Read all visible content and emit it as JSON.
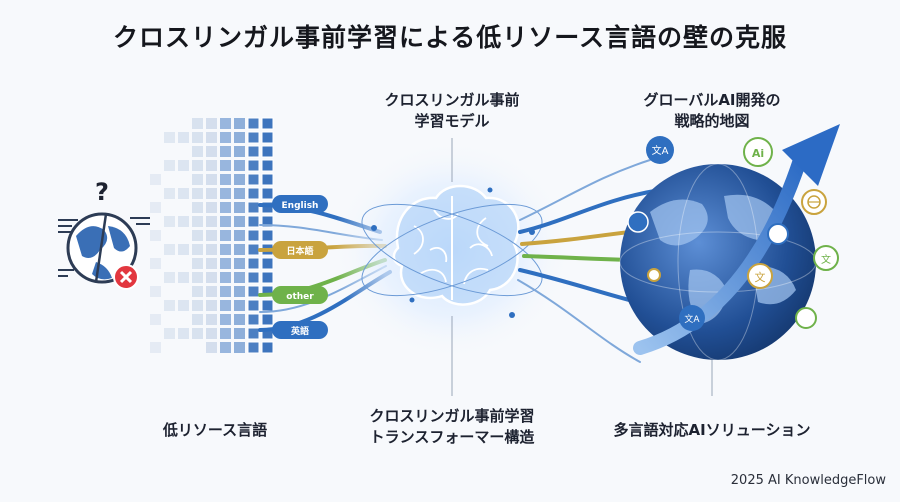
{
  "title": "クロスリンガル事前学習による低リソース言語の壁の克服",
  "labels": {
    "model_top": [
      "クロスリンガル事前",
      "学習モデル"
    ],
    "map_top": [
      "グローバルAI開発の",
      "戦略的地図"
    ],
    "left_bottom": "低リソース言語",
    "center_bottom": [
      "クロスリンガル事前学習",
      "トランスフォーマー構造"
    ],
    "right_bottom": "多言語対応AIソリューション"
  },
  "language_tags": [
    "English",
    "日本語",
    "other",
    "英語"
  ],
  "globe_icon_glyphs": [
    "文A",
    "Ai",
    "文",
    "文A"
  ],
  "question_mark": "?",
  "footer": "2025 AI KnowledgeFlow",
  "colors": {
    "blue": "#2f6fc0",
    "gold": "#c9a33e",
    "green": "#6fb24a",
    "error_red": "#e2373f",
    "dark_blue": "#1f4f91"
  }
}
